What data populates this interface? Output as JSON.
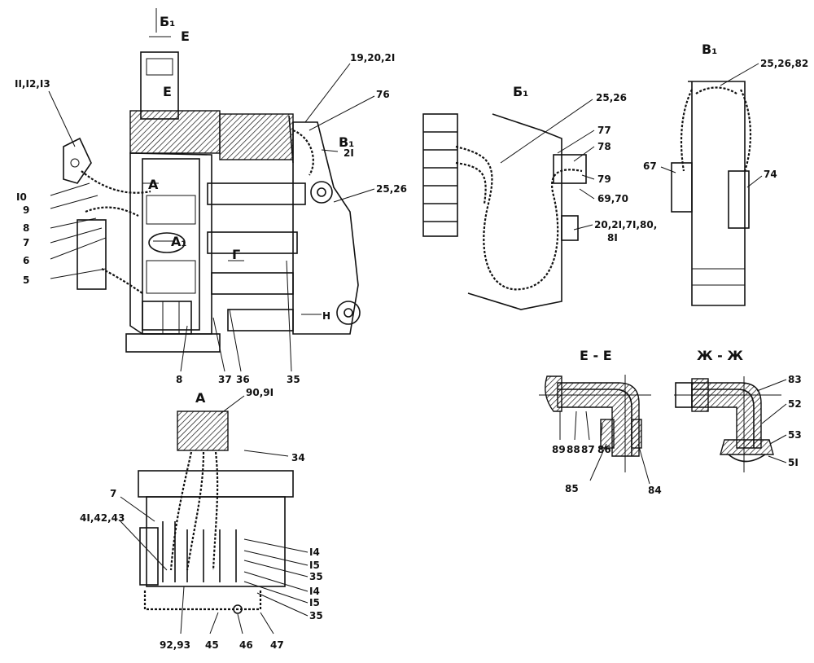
{
  "views": {
    "main": {
      "section_arrows": [
        "Б₁",
        "Е",
        "Е",
        "А",
        "А₁",
        "Г",
        "В₁",
        "Н"
      ],
      "labels": [
        "II,I2,I3",
        "I0",
        "9",
        "8",
        "7",
        "6",
        "5",
        "8",
        "37",
        "36",
        "35",
        "19,20,2I",
        "76",
        "25,26",
        "2I"
      ]
    },
    "view_a": {
      "title": "А",
      "labels": [
        "90,9I",
        "34",
        "7",
        "4I,42,43",
        "I4",
        "I5",
        "35",
        "I4",
        "I5",
        "35",
        "92,93",
        "45",
        "46",
        "47"
      ]
    },
    "view_b1": {
      "title": "Б₁",
      "labels": [
        "25,26",
        "77",
        "78",
        "79",
        "69,70",
        "20,2I,7I,80,",
        "8I"
      ]
    },
    "view_v1": {
      "title": "В₁",
      "labels": [
        "25,26,82",
        "67",
        "74"
      ]
    },
    "section_ee": {
      "title": "Е - Е",
      "labels": [
        "89",
        "88",
        "87",
        "86",
        "85",
        "84"
      ]
    },
    "section_zhzh": {
      "title": "Ж - Ж",
      "labels": [
        "83",
        "52",
        "53",
        "5I"
      ]
    }
  }
}
